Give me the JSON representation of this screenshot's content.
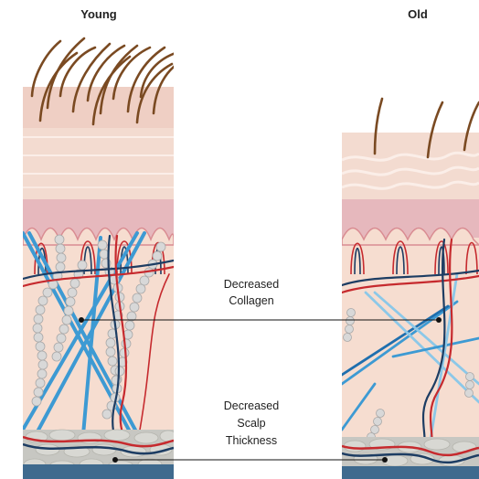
{
  "panels": {
    "young": {
      "title": "Young"
    },
    "old": {
      "title": "Old"
    }
  },
  "annotations": {
    "collagen": {
      "line1": "Decreased",
      "line2": "Collagen"
    },
    "thickness": {
      "line1": "Decreased",
      "line2": "Scalp",
      "line3": "Thickness"
    }
  },
  "colors": {
    "hair": "#7a4a22",
    "epidermis": "#f3dcd0",
    "papillary": "#e7bcc0",
    "dermis": "#f6ded0",
    "collagen_blue": "#3d9ad3",
    "vessel_red": "#c62a2e",
    "vessel_navy": "#1d3d63",
    "elastin_bead": "#d6d6d6",
    "subcutis": "#c8c8c4",
    "leader_line": "#111111"
  }
}
